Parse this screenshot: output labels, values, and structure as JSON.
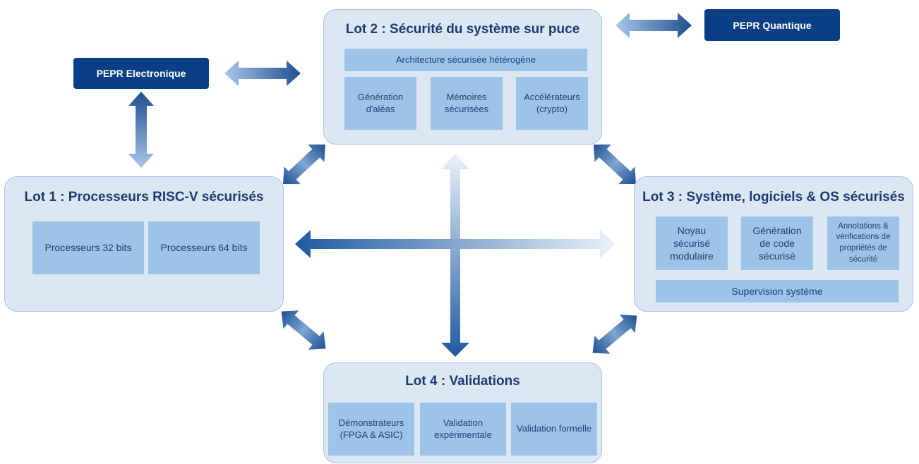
{
  "lot2": {
    "title": "Lot 2 : Sécurité du système sur puce",
    "architecture": "Architecture sécurisée hétérogène",
    "cells": [
      "Génération\nd'aléas",
      "Mémoires\nsécurisées",
      "Accélérateurs\n(crypto)"
    ]
  },
  "lot1": {
    "title": "Lot 1 : Processeurs RISC-V sécurisés",
    "cells": [
      "Processeurs 32 bits",
      "Processeurs 64 bits"
    ]
  },
  "lot3": {
    "title": "Lot 3 : Système, logiciels & OS sécurisés",
    "cells": [
      "Noyau\nsécurisé\nmodulaire",
      "Génération\nde code\nsécurisé",
      "Annotations &\nvérifications de\npropriétés de\nsécurité"
    ],
    "supervision": "Supervision système"
  },
  "lot4": {
    "title": "Lot 4 : Validations",
    "cells": [
      "Démonstrateurs\n(FPGA & ASIC)",
      "Validation\nexpérimentale",
      "Validation formelle"
    ]
  },
  "pepr": {
    "electronique": "PEPR Electronique",
    "quantique": "PEPR Quantique"
  },
  "colors": {
    "lot_bg": "#dce7f4",
    "lot_border": "#a9c2e2",
    "cell_bg": "#9ec3e8",
    "pepr_bg": "#0a3f86",
    "arrow_dark": "#1e5aa0",
    "arrow_light": "#e4eef9",
    "title_text": "#1c3a72"
  }
}
